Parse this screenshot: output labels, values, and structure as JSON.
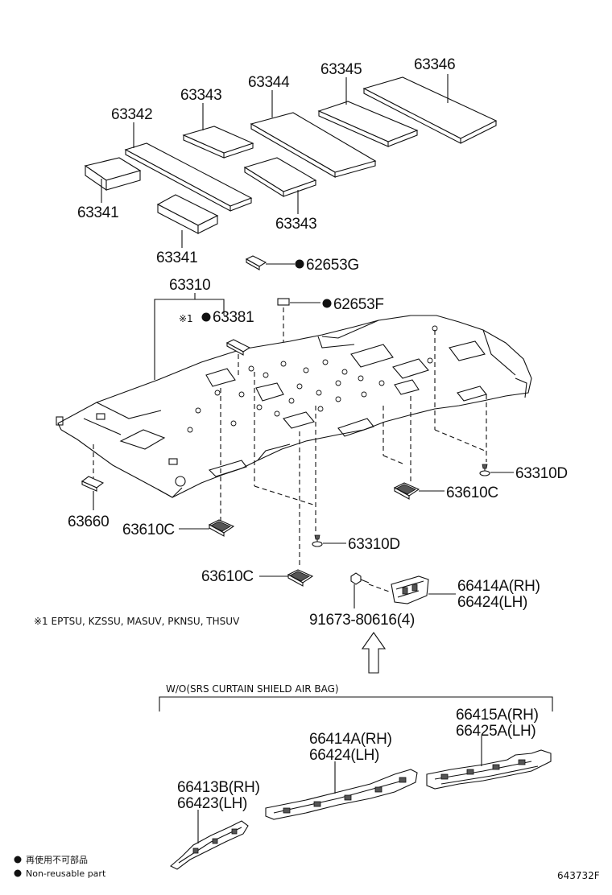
{
  "labels": {
    "p63346": "63346",
    "p63345": "63345",
    "p63344": "63344",
    "p63343_top": "63343",
    "p63342": "63342",
    "p63341_a": "63341",
    "p63343_b": "63343",
    "p63341_b": "63341",
    "p62653g": "62653G",
    "p63310": "63310",
    "note_ref": "※1",
    "p63381": "63381",
    "p62653f": "62653F",
    "p63310d_r": "63310D",
    "p63610c_r": "63610C",
    "p63660": "63660",
    "p63610c_l": "63610C",
    "p63310d_c": "63310D",
    "p63610c_b": "63610C",
    "p66414a_rh_1": "66414A(RH)",
    "p66424_lh_1": "66424(LH)",
    "p91673": "91673-80616(4)",
    "p66415a_rh": "66415A(RH)",
    "p66425a_lh": "66425A(LH)",
    "p66414a_rh_2": "66414A(RH)",
    "p66424_lh_2": "66424(LH)",
    "p66413b_rh": "66413B(RH)",
    "p66423_lh": "66423(LH)"
  },
  "notes": {
    "footnote": "※1 EPTSU, KZSSU, MASUV, PKNSU, THSUV",
    "wo_caption": "W/O(SRS CURTAIN SHIELD AIR BAG)"
  },
  "legend": {
    "line1": "再使用不可部品",
    "line2": "Non-reusable part"
  },
  "figure_id": "643732F"
}
